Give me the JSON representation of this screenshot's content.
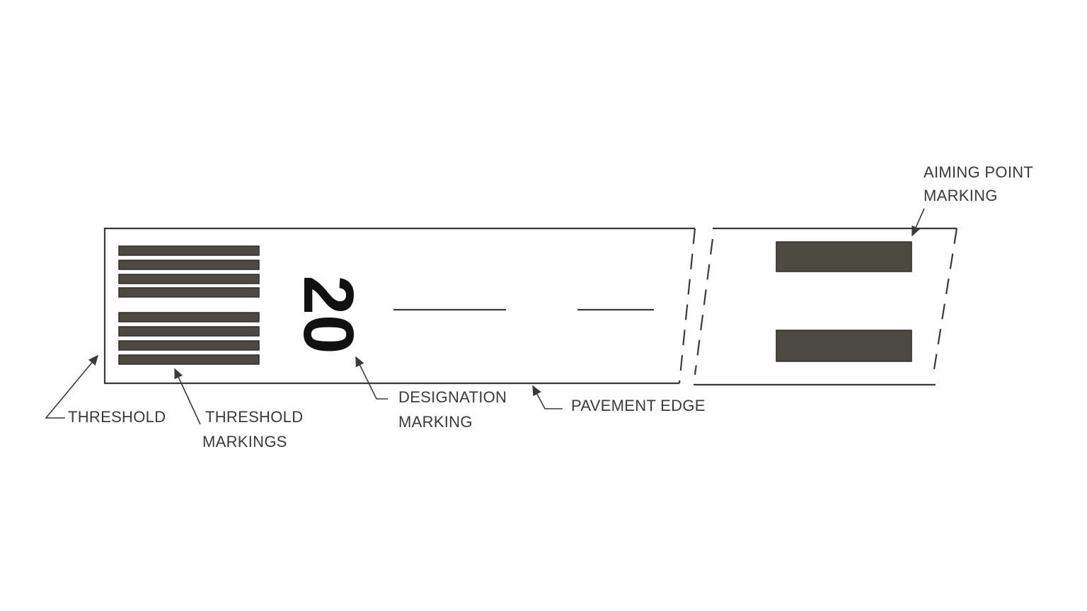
{
  "diagram": {
    "designation_number": "20",
    "labels": {
      "threshold": "THRESHOLD",
      "threshold_markings_1": "THRESHOLD",
      "threshold_markings_2": "MARKINGS",
      "designation_1": "DESIGNATION",
      "designation_2": "MARKING",
      "pavement_edge": "PAVEMENT EDGE",
      "aiming_point_1": "AIMING POINT",
      "aiming_point_2": "MARKING"
    },
    "colors": {
      "marking_fill": "#4d4a43",
      "line": "#3a3a3a"
    }
  }
}
